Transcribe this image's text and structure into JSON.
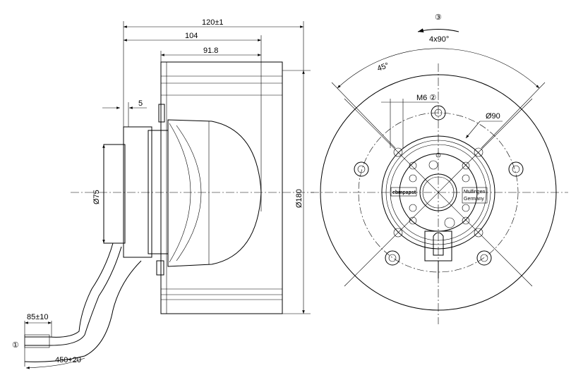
{
  "side_view": {
    "dim_overall": "120±1",
    "dim_104": "104",
    "dim_918": "91.8",
    "dim_5": "5",
    "dim_d75": "Ø75",
    "dim_d180": "Ø180",
    "dim_lead": "85±10",
    "dim_cable": "450+20",
    "callout_1": "①"
  },
  "front_view": {
    "callout_3": "③",
    "dim_4x90": "4x90°",
    "dim_45": "45°",
    "thread": "M6 ②",
    "dim_d90": "Ø90",
    "brand": "ebmpapst",
    "city": "Mulfingen",
    "country": "Germany"
  }
}
